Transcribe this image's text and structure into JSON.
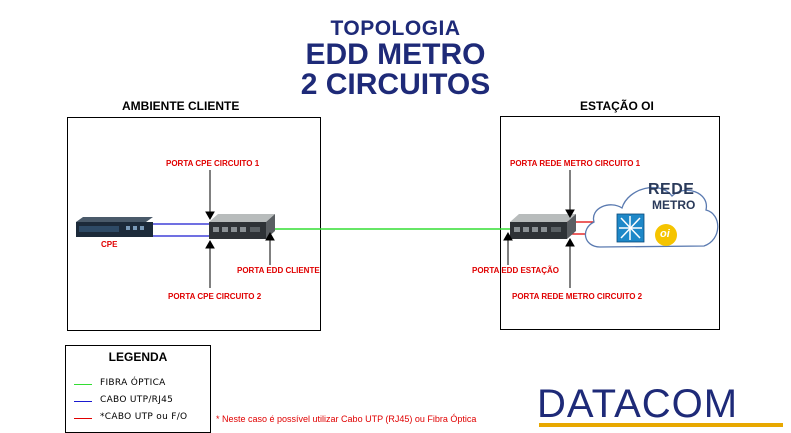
{
  "title": {
    "line1": "TOPOLOGIA",
    "line2": "EDD METRO",
    "line3": "2 CIRCUITOS"
  },
  "client": {
    "section": "AMBIENTE CLIENTE",
    "cpe": "CPE",
    "porta_cpe_1": "PORTA CPE CIRCUITO 1",
    "porta_cpe_2": "PORTA CPE CIRCUITO 2",
    "porta_edd": "PORTA EDD CLIENTE"
  },
  "station": {
    "section": "ESTAÇÃO OI",
    "porta_rede_1": "PORTA REDE METRO CIRCUITO 1",
    "porta_rede_2": "PORTA REDE METRO CIRCUITO 2",
    "porta_edd": "PORTA EDD ESTAÇÃO",
    "cloud_line1": "REDE",
    "cloud_line2": "METRO",
    "oi_logo": "oi"
  },
  "legend": {
    "title": "LEGENDA",
    "items": [
      {
        "label": "FIBRA ÓPTICA",
        "color": "#33dd33"
      },
      {
        "label": "CABO UTP/RJ45",
        "color": "#1a1ad0"
      },
      {
        "label": "*CABO UTP ou F/O",
        "color": "#e00000"
      }
    ]
  },
  "note": "* Neste caso é possível utilizar Cabo UTP (RJ45) ou Fibra Óptica",
  "brand": "DATACOM",
  "colors": {
    "title": "#1e2a78",
    "red": "#e00000",
    "fiber": "#33dd33",
    "utp": "#1a1ad0",
    "brand_bar": "#e8a800"
  }
}
